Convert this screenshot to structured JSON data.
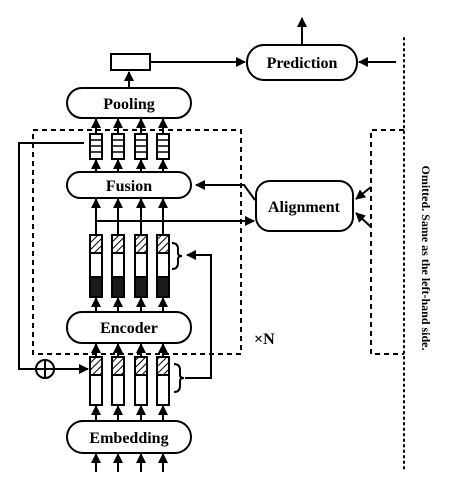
{
  "labels": {
    "prediction": "Prediction",
    "pooling": "Pooling",
    "fusion": "Fusion",
    "alignment": "Alignment",
    "encoder": "Encoder",
    "embedding": "Embedding",
    "repeat": "×N",
    "omitted": "Omitted. Same as the left-hand side."
  },
  "symbols": {
    "add": "⊕"
  },
  "colors": {
    "ink": "#000000",
    "background": "#ffffff"
  }
}
